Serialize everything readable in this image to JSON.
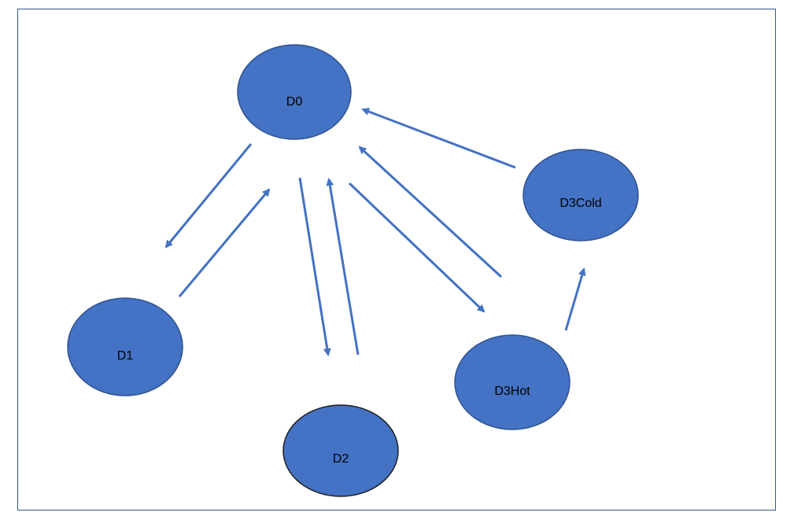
{
  "diagram": {
    "colors": {
      "node_fill": "#4472c4",
      "edge": "#4472c4",
      "border": "#2f5597"
    },
    "nodes": {
      "d0": "D0",
      "d1": "D1",
      "d2": "D2",
      "d3hot": "D3Hot",
      "d3cold": "D3Cold"
    },
    "edges": [
      {
        "from": "D0",
        "to": "D1"
      },
      {
        "from": "D1",
        "to": "D0"
      },
      {
        "from": "D0",
        "to": "D2"
      },
      {
        "from": "D2",
        "to": "D0"
      },
      {
        "from": "D0",
        "to": "D3Hot"
      },
      {
        "from": "D3Hot",
        "to": "D0"
      },
      {
        "from": "D3Hot",
        "to": "D3Cold"
      },
      {
        "from": "D3Cold",
        "to": "D0"
      }
    ]
  }
}
